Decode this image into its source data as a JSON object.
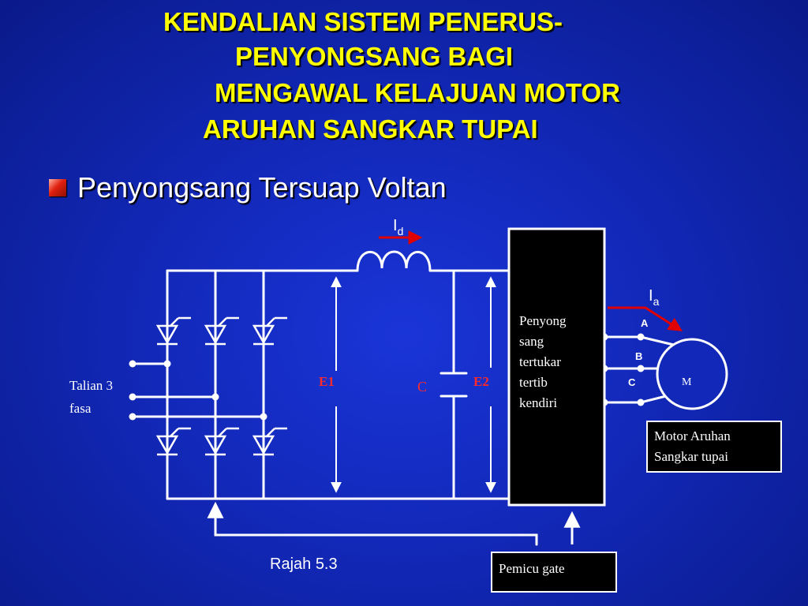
{
  "title": {
    "line1": "KENDALIAN SISTEM PENERUS-",
    "line2": "PENYONGSANG BAGI",
    "line3": "MENGAWAL KELAJUAN MOTOR",
    "line4": "ARUHAN SANGKAR TUPAI"
  },
  "bullet": "Penyongsang Tersuap Voltan",
  "diagram": {
    "current_id": "I",
    "current_id_sub": "d",
    "current_ia": "I",
    "current_ia_sub": "a",
    "label_e1": "E1",
    "label_e2": "E2",
    "label_c": "C",
    "input_label_line1": "Talian 3",
    "input_label_line2": "fasa",
    "inverter_lines": [
      "Penyong",
      "sang",
      "tertukar",
      "tertib",
      "kendiri"
    ],
    "phase_a": "A",
    "phase_b": "B",
    "phase_c": "C",
    "motor_symbol": "M",
    "motor_caption_line1": "Motor Aruhan",
    "motor_caption_line2": "Sangkar tupai",
    "gate_label": "Pemicu gate",
    "figure_caption": "Rajah 5.3"
  },
  "colors": {
    "background": "#1228b8",
    "title": "#ffff00",
    "wire": "#ffffff",
    "label_red": "#ff2a2a",
    "current_arrow": "#e00000",
    "box_fill": "#000000"
  }
}
